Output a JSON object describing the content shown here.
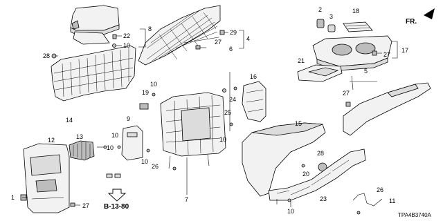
{
  "diagram": {
    "code": "TPA4B3740A",
    "direction_label": "FR.",
    "reference_label": "B-13-80",
    "callouts": [
      "1",
      "2",
      "3",
      "4",
      "5",
      "6",
      "7",
      "8",
      "9",
      "10",
      "10",
      "10",
      "10",
      "10",
      "10",
      "10",
      "11",
      "12",
      "13",
      "14",
      "15",
      "16",
      "17",
      "18",
      "19",
      "20",
      "21",
      "22",
      "23",
      "24",
      "25",
      "26",
      "26",
      "27",
      "27",
      "27",
      "27",
      "28",
      "28",
      "29"
    ]
  }
}
